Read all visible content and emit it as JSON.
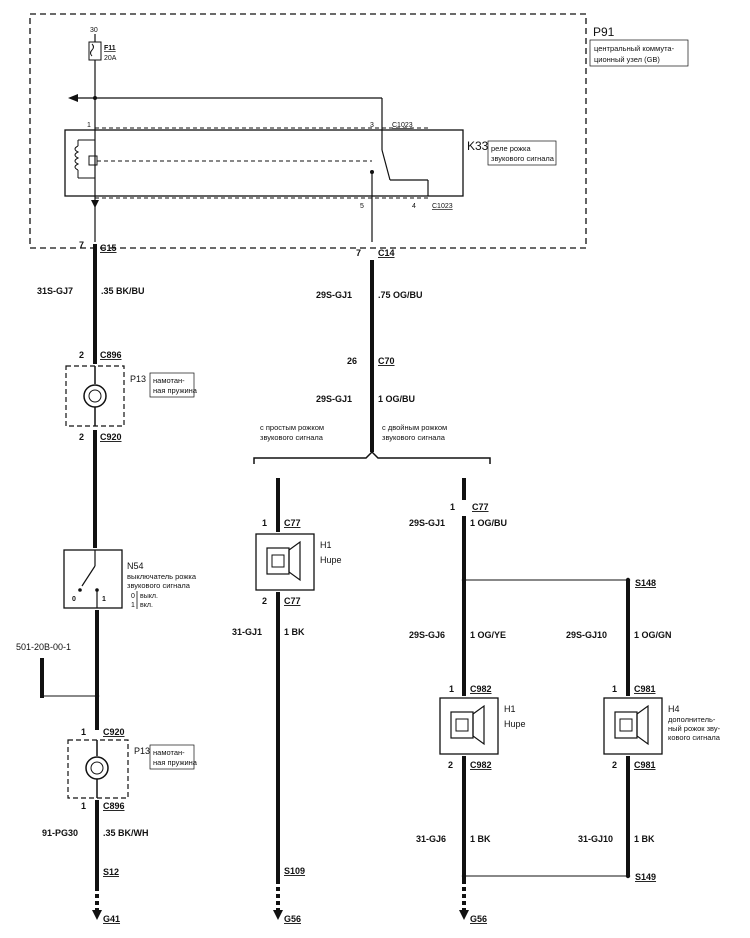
{
  "module": {
    "id": "P91",
    "desc1": "центральный коммута-",
    "desc2": "ционный узел (GB)",
    "pin30": "30",
    "fuse_id": "F11",
    "fuse_rating": "20A",
    "relay_id": "K33",
    "relay_desc1": "реле рожка",
    "relay_desc2": "звукового сигнала",
    "relay_conn_top": "C1023",
    "relay_conn_bottom": "C1023",
    "pin1": "1",
    "pin3": "3",
    "pin5": "5",
    "pin4": "4"
  },
  "left": {
    "c15_pin": "7",
    "c15": "C15",
    "wire1_code": "31S-GJ7",
    "wire1_spec": ".35 BK/BU",
    "c896_pin": "2",
    "c896": "C896",
    "p13_id": "P13",
    "p13_desc1": "намотан-",
    "p13_desc2": "ная пружина",
    "c920_pin": "2",
    "c920": "C920",
    "switch_id": "N54",
    "switch_desc1": "выключатель рожка",
    "switch_desc2": "звукового сигнала",
    "switch_off_num": "0",
    "switch_off": "выкл.",
    "switch_on_num": "1",
    "switch_on": "вкл.",
    "sw_pin0": "0",
    "sw_pin1": "1",
    "ref": "501-20B-00-1",
    "c920b_pin": "1",
    "c920b": "C920",
    "p13b_id": "P13",
    "p13b_desc1": "намотан-",
    "p13b_desc2": "ная пружина",
    "c896b_pin": "1",
    "c896b": "C896",
    "wire2_code": "91-PG30",
    "wire2_spec": ".35 BK/WH",
    "splice": "S12",
    "ground": "G41"
  },
  "center": {
    "c14_pin": "7",
    "c14": "C14",
    "wire1_code": "29S-GJ1",
    "wire1_spec": ".75 OG/BU",
    "c70_pin": "26",
    "c70": "C70",
    "wire2_code": "29S-GJ1",
    "wire2_spec": "1 OG/BU",
    "opt_single1": "с простым рожком",
    "opt_single2": "звукового сигнала",
    "opt_dual1": "с двойным рожком",
    "opt_dual2": "звукового сигнала"
  },
  "horn_single": {
    "top_pin": "1",
    "top_conn": "C77",
    "id": "H1",
    "name": "Hupe",
    "bot_pin": "2",
    "bot_conn": "C77",
    "wire_code": "31-GJ1",
    "wire_spec": "1 BK",
    "splice": "S109",
    "ground": "G56"
  },
  "horn_dual": {
    "top_pin": "1",
    "top_conn": "C77",
    "wire1_code": "29S-GJ1",
    "wire1_spec": "1 OG/BU",
    "splice_top": "S148",
    "wire2_code": "29S-GJ6",
    "wire2_spec": "1 OG/YE",
    "wire3_code": "29S-GJ10",
    "wire3_spec": "1 OG/GN",
    "h1_top_pin": "1",
    "h1_top_conn": "C982",
    "h1_id": "H1",
    "h1_name": "Hupe",
    "h1_bot_pin": "2",
    "h1_bot_conn": "C982",
    "h4_top_pin": "1",
    "h4_top_conn": "C981",
    "h4_id": "H4",
    "h4_desc1": "дополнитель-",
    "h4_desc2": "ный рожок зву-",
    "h4_desc3": "кового сигнала",
    "h4_bot_pin": "2",
    "h4_bot_conn": "C981",
    "wire4_code": "31-GJ6",
    "wire4_spec": "1 BK",
    "wire5_code": "31-GJ10",
    "wire5_spec": "1 BK",
    "splice_bottom": "S149",
    "ground": "G56"
  }
}
